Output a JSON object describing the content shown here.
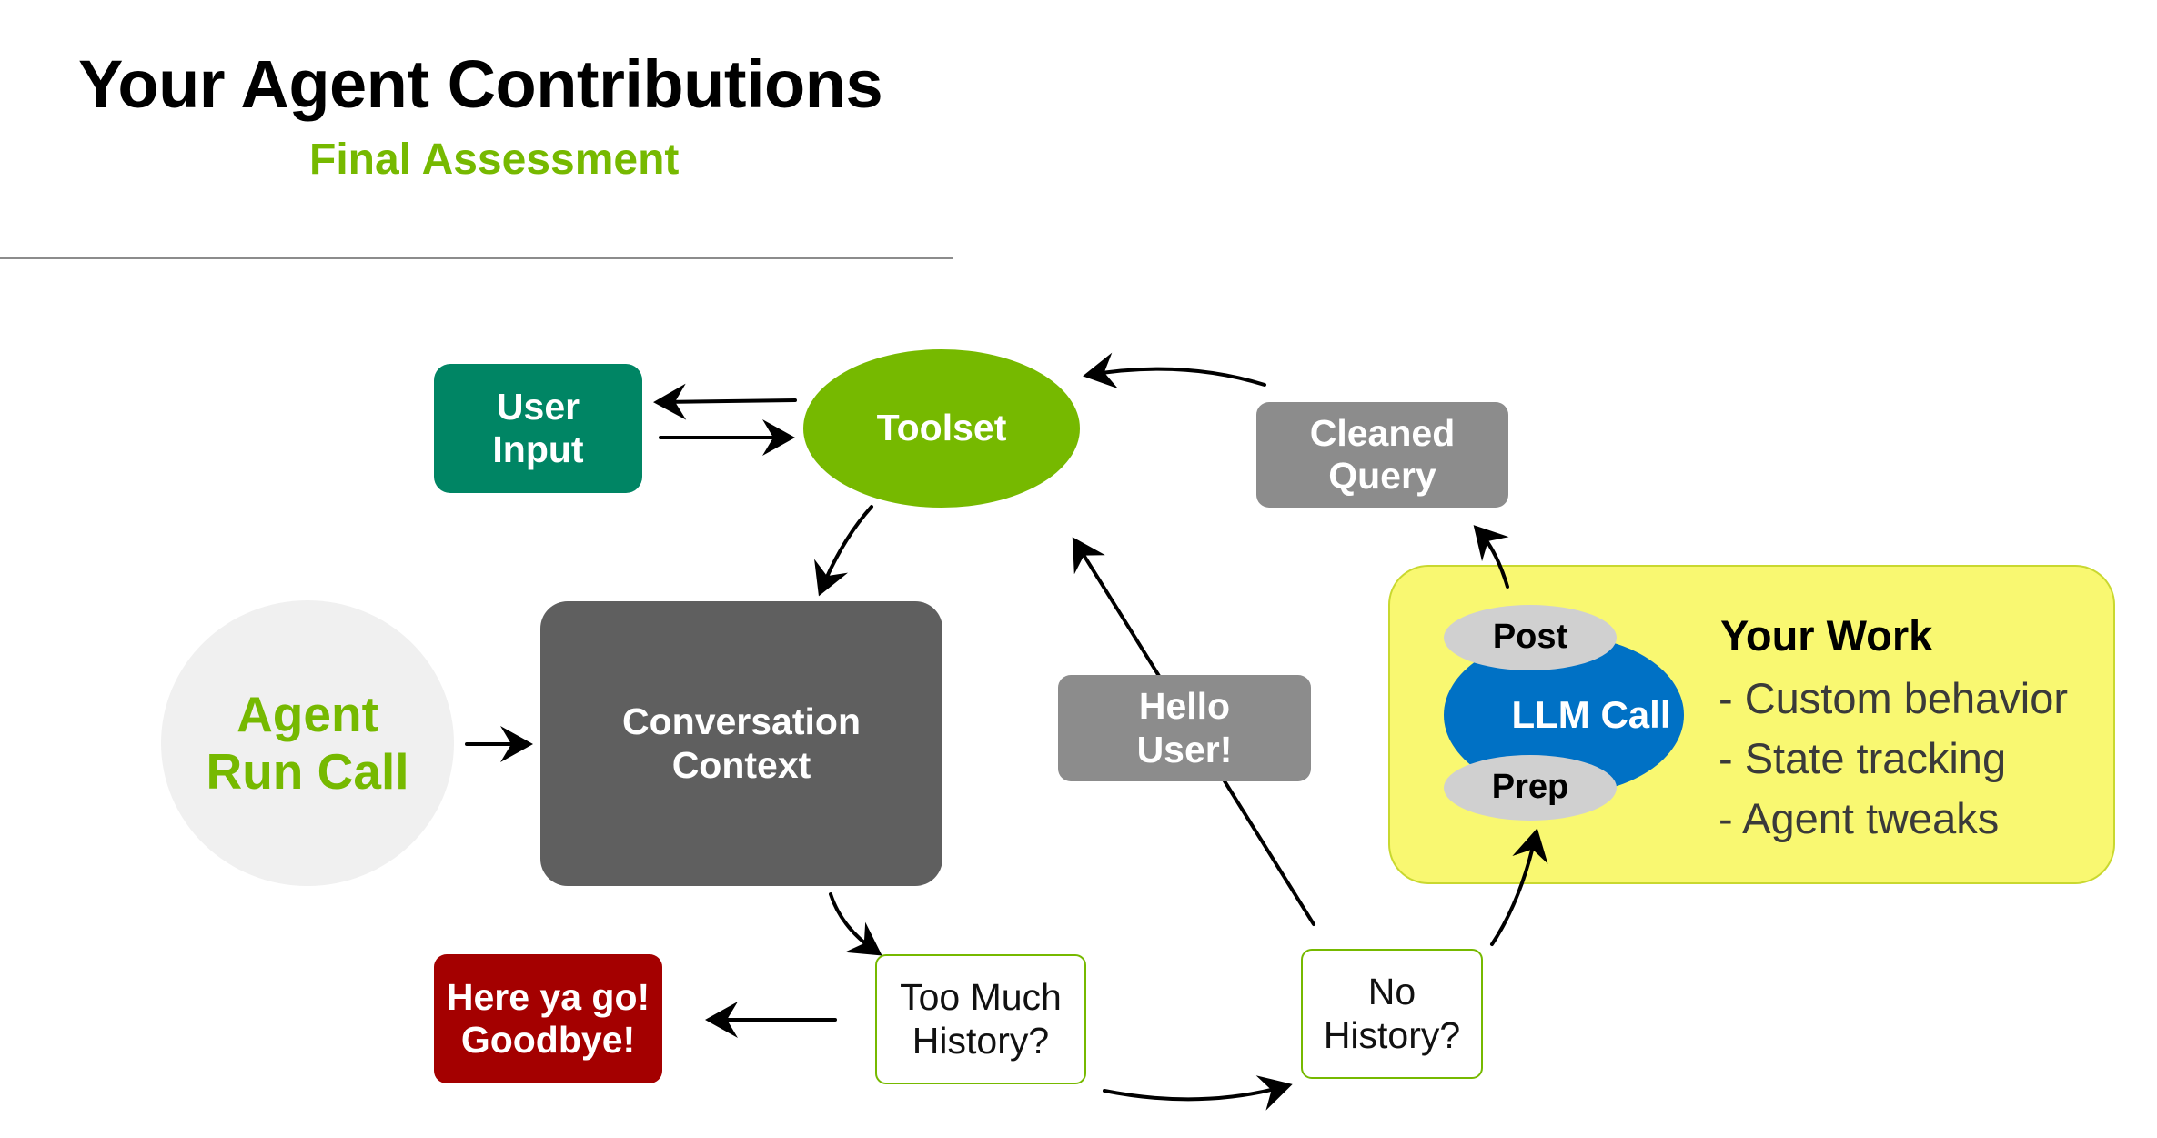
{
  "header": {
    "title": "Your Agent Contributions",
    "subtitle": "Final Assessment"
  },
  "nodes": {
    "user_input": [
      "User",
      "Input"
    ],
    "toolset": "Toolset",
    "cleaned_query": [
      "Cleaned",
      "Query"
    ],
    "agent_run_call": [
      "Agent",
      "Run Call"
    ],
    "conversation_context": [
      "Conversation",
      "Context"
    ],
    "hello_user": [
      "Hello",
      "User!"
    ],
    "here_ya_go": [
      "Here ya go!",
      "Goodbye!"
    ],
    "too_much_history": [
      "Too Much",
      "History?"
    ],
    "no_history": [
      "No",
      "History?"
    ]
  },
  "your_work": {
    "heading": "Your Work",
    "items": [
      "- Custom behavior",
      "- State tracking",
      "- Agent tweaks"
    ],
    "llm_call": "LLM Call",
    "post": "Post",
    "prep": "Prep"
  },
  "colors": {
    "nvidia_green": "#76b900",
    "teal": "#008564",
    "dark_gray": "#5f5f5f",
    "mid_gray": "#8c8c8c",
    "dark_red": "#a40000",
    "blue": "#0071c5",
    "yellow": "#f9f871"
  }
}
